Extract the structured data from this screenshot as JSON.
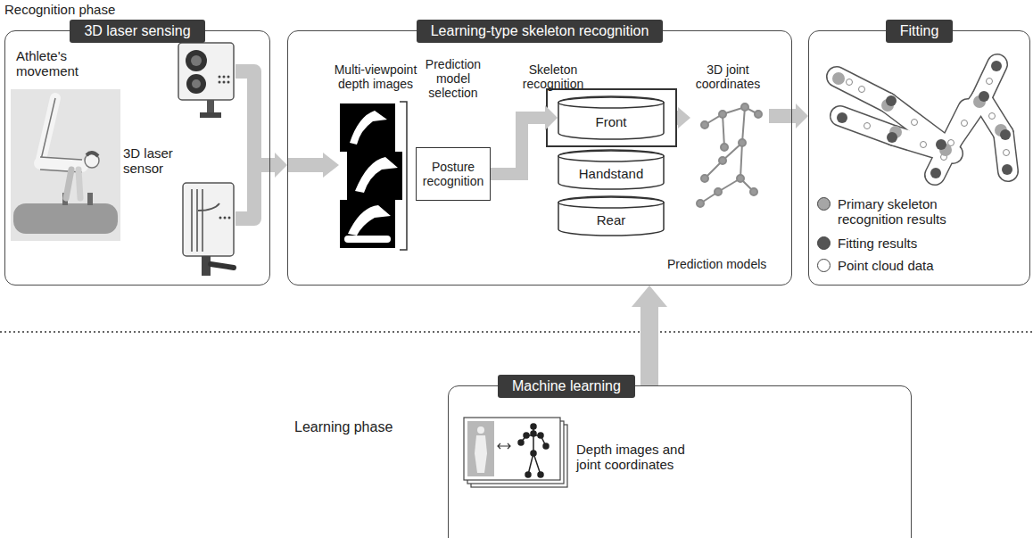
{
  "diagram": {
    "nodes": [
      {
        "text": [
          "3D laser sensing"
        ]
      },
      {
        "text": [
          "Learning-type skeleton recognition"
        ]
      },
      {
        "text": [
          "Posture recognition"
        ],
        "in": 1
      },
      {
        "text": [
          "Front"
        ],
        "in": 1
      },
      {
        "text": [
          "Handstand"
        ],
        "in": 1
      },
      {
        "text": [
          "Rear"
        ],
        "in": 1
      },
      {
        "text": [
          "Fitting"
        ]
      },
      {
        "text": [
          "Machine learning"
        ]
      }
    ],
    "edges": [
      {
        "from": 0,
        "to": 1,
        "arrow": "to"
      },
      {
        "from": 2,
        "to": 3,
        "arrow": "to"
      },
      {
        "from": 1,
        "to": 6,
        "arrow": "to"
      },
      {
        "from": 7,
        "to": 1,
        "arrow": "to"
      }
    ],
    "labels": [
      "Recognition phase",
      "Athlete's movement",
      "3D laser sensor",
      "Multi-viewpoint depth images",
      "Prediction model selection",
      "Skeleton recognition",
      "3D joint coordinates",
      "Prediction models",
      "Learning phase",
      "Depth images and joint coordinates"
    ],
    "legend": [
      {
        "text": "Primary skeleton recognition results",
        "color": "#a6a6a6"
      },
      {
        "text": "Fitting results",
        "color": "#555555"
      },
      {
        "text": "Point cloud data",
        "color": "#ffffff"
      }
    ]
  }
}
